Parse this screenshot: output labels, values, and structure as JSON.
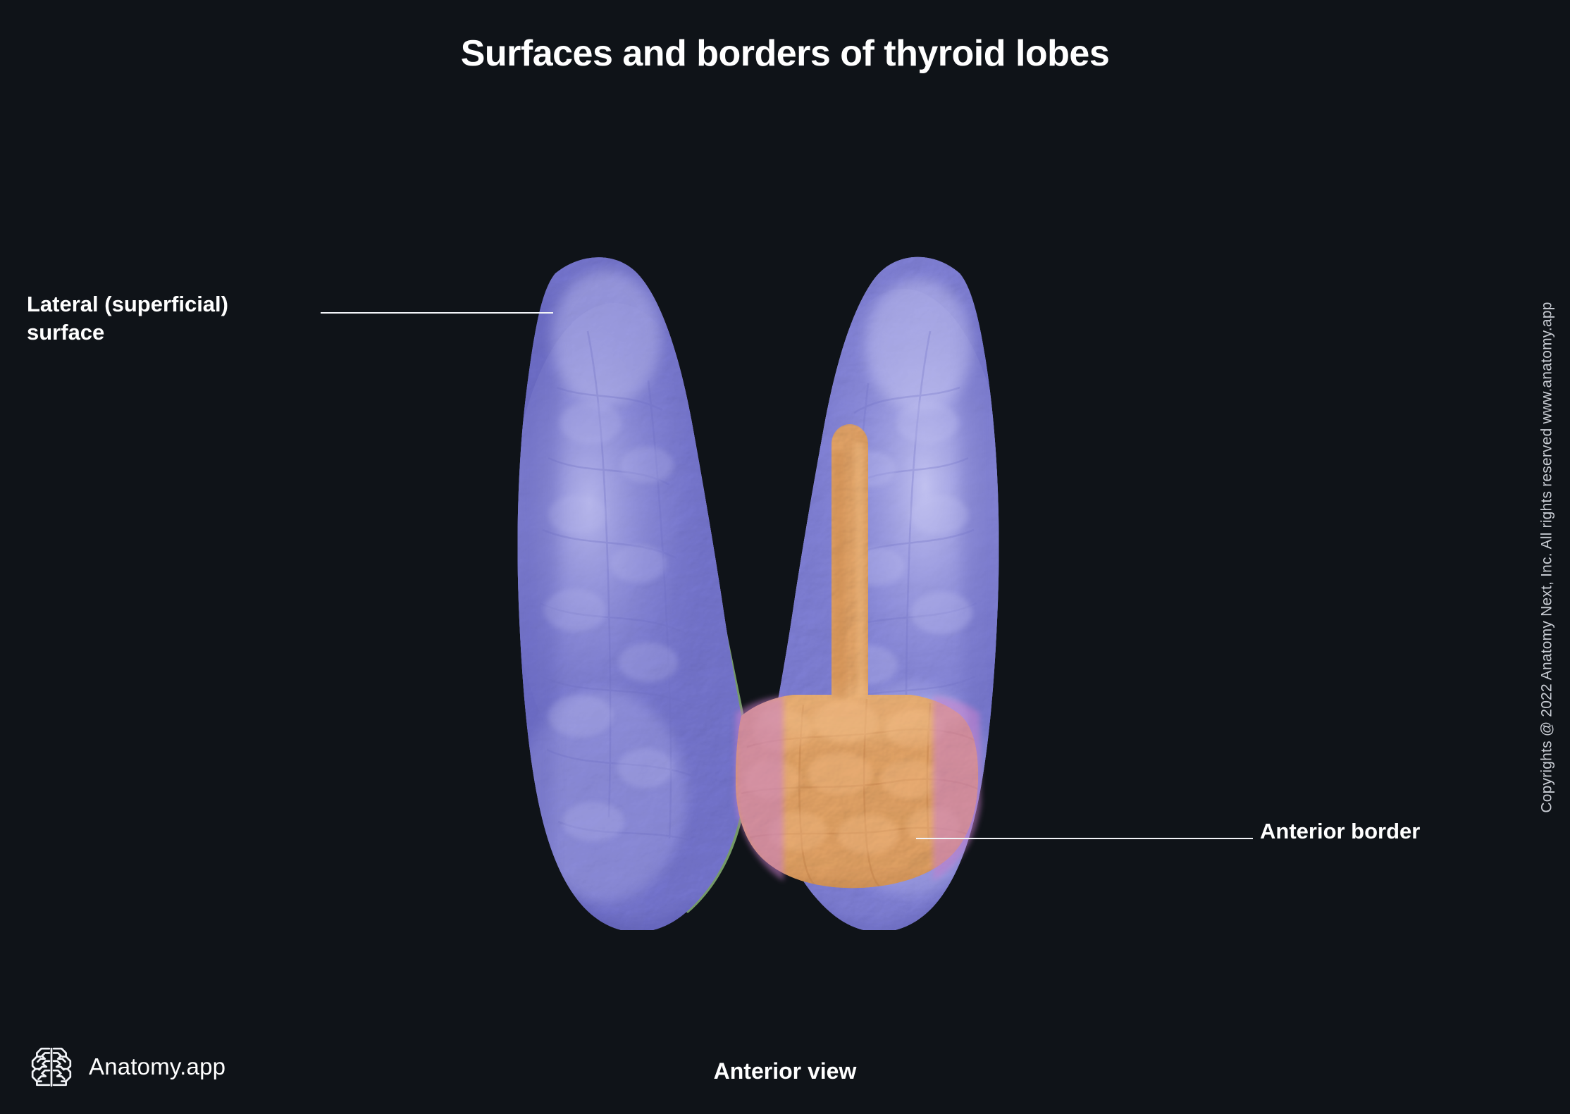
{
  "page": {
    "title": "Surfaces and borders of thyroid lobes",
    "background_color": "#0F1318",
    "view_caption": "Anterior view",
    "copyright": "Copyrights @ 2022 Anatomy Next, Inc. All rights reserved www.anatomy.app"
  },
  "brand": {
    "name": "Anatomy.app",
    "logo_icon": "brain-icon"
  },
  "labels": [
    {
      "id": "lateral-superficial-surface",
      "text": "Lateral (superficial)\nsurface",
      "side": "left",
      "leader_line": true
    },
    {
      "id": "anterior-border",
      "text": "Anterior border",
      "side": "right",
      "leader_line": true
    }
  ],
  "illustration": {
    "subject": "thyroid-gland",
    "view": "anterior",
    "structures": [
      {
        "name": "right lobe (viewer left)",
        "region": "lateral superficial surface",
        "color": "#8B8BDF"
      },
      {
        "name": "left lobe (viewer right)",
        "region": "lateral superficial surface",
        "color": "#9A9AE4"
      },
      {
        "name": "isthmus",
        "color": "#E8A86A"
      },
      {
        "name": "pyramidal lobe",
        "color": "#E0A066"
      },
      {
        "name": "anterior border",
        "color": "#D18FD0"
      },
      {
        "name": "posterior / medial strip",
        "color": "#7FA870"
      }
    ],
    "palette": {
      "lobe_surface": "#8B8BDF",
      "lobe_highlight": "#BFBFF0",
      "lobe_shadow": "#6A6AC4",
      "border_pink": "#D18FD0",
      "border_magenta": "#C06FC8",
      "isthmus_orange": "#E8A86A",
      "isthmus_shadow": "#C98B4E",
      "green_strip": "#7FA870",
      "leader_line": "#F2F4F8",
      "text": "#FFFFFF",
      "copyright_text": "#C9CDD4"
    }
  }
}
